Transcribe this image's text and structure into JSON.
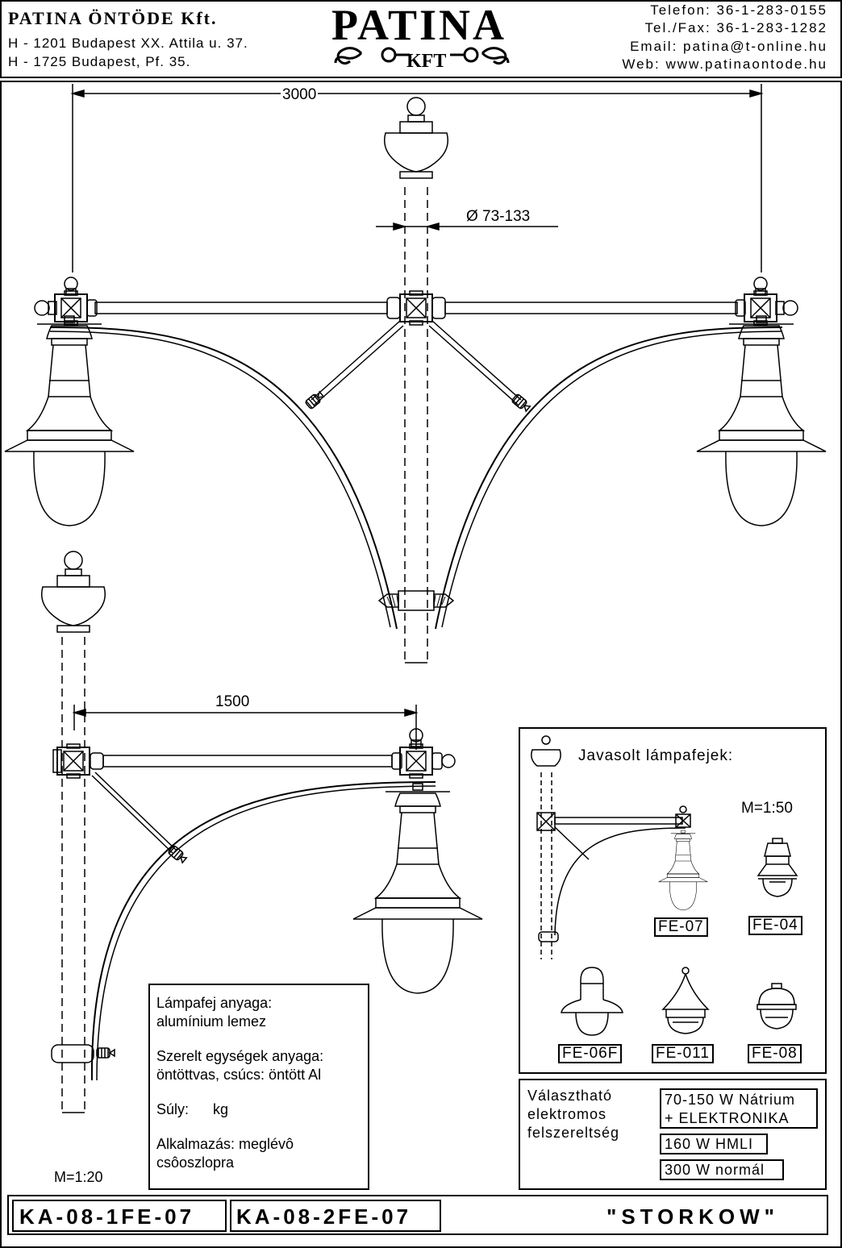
{
  "header": {
    "company_name": "PATINA ÖNTÖDE Kft.",
    "address_line1": "H - 1201 Budapest XX. Attila u. 37.",
    "address_line2": "H - 1725 Budapest, Pf. 35.",
    "logo_text": "PATINA",
    "logo_subtext": "KFT",
    "phone": "Telefon: 36-1-283-0155",
    "fax": "Tel./Fax: 36-1-283-1282",
    "email": "Email: patina@t-online.hu",
    "web": "Web: www.patinaontode.hu"
  },
  "dimensions": {
    "double_arm_span": "3000",
    "pole_diameter": "Ø 73-133",
    "single_arm_span": "1500"
  },
  "scale_main": "M=1:20",
  "material_box": {
    "line1": "Lámpafej  anyaga:",
    "line2": "alumínium lemez",
    "line3": "Szerelt egységek anyaga:",
    "line4": "öntöttvas, csúcs: öntött Al",
    "weight_label": "Súly:",
    "weight_unit": "kg",
    "line6": "Alkalmazás: meglévô",
    "line7": "csôoszlopra"
  },
  "suggested_box": {
    "title": "Javasolt lámpafejek:",
    "scale": "M=1:50",
    "heads": [
      "FE-07",
      "FE-04",
      "FE-06F",
      "FE-011",
      "FE-08"
    ]
  },
  "electrical_box": {
    "label_line1": "Választható",
    "label_line2": "elektromos",
    "label_line3": "felszereltség",
    "option1_line1": "70-150 W Nátrium",
    "option1_line2": "+ ELEKTRONIKA",
    "option2": "160 W HMLI",
    "option3": "300 W normál"
  },
  "footer": {
    "code1": "KA-08-1FE-07",
    "code2": "KA-08-2FE-07",
    "product_name": "\"STORKOW\""
  }
}
